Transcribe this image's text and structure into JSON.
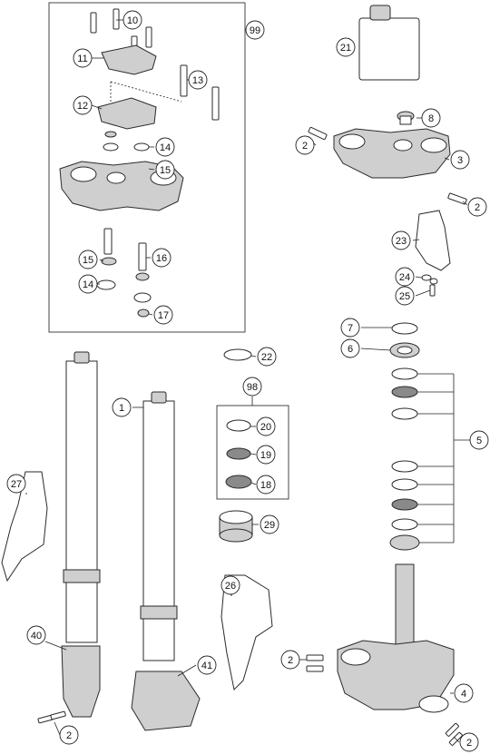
{
  "callouts": [
    {
      "id": "c10",
      "text": "10"
    },
    {
      "id": "c11",
      "text": "11"
    },
    {
      "id": "c99",
      "text": "99"
    },
    {
      "id": "c21",
      "text": "21"
    },
    {
      "id": "c13",
      "text": "13"
    },
    {
      "id": "c12",
      "text": "12"
    },
    {
      "id": "c8",
      "text": "8"
    },
    {
      "id": "c2a",
      "text": "2"
    },
    {
      "id": "c3",
      "text": "3"
    },
    {
      "id": "c14a",
      "text": "14"
    },
    {
      "id": "c15a",
      "text": "15"
    },
    {
      "id": "c2b",
      "text": "2"
    },
    {
      "id": "c23",
      "text": "23"
    },
    {
      "id": "c15b",
      "text": "15"
    },
    {
      "id": "c16",
      "text": "16"
    },
    {
      "id": "c24",
      "text": "24"
    },
    {
      "id": "c14b",
      "text": "14"
    },
    {
      "id": "c25",
      "text": "25"
    },
    {
      "id": "c17",
      "text": "17"
    },
    {
      "id": "c7",
      "text": "7"
    },
    {
      "id": "c6",
      "text": "6"
    },
    {
      "id": "c22",
      "text": "22"
    },
    {
      "id": "c98",
      "text": "98"
    },
    {
      "id": "c1",
      "text": "1"
    },
    {
      "id": "c20",
      "text": "20"
    },
    {
      "id": "c5",
      "text": "5"
    },
    {
      "id": "c19",
      "text": "19"
    },
    {
      "id": "c27",
      "text": "27"
    },
    {
      "id": "c18",
      "text": "18"
    },
    {
      "id": "c29",
      "text": "29"
    },
    {
      "id": "c26",
      "text": "26"
    },
    {
      "id": "c40",
      "text": "40"
    },
    {
      "id": "c2c",
      "text": "2"
    },
    {
      "id": "c41",
      "text": "41"
    },
    {
      "id": "c4",
      "text": "4"
    },
    {
      "id": "c2d",
      "text": "2"
    },
    {
      "id": "c2e",
      "text": "2"
    }
  ]
}
